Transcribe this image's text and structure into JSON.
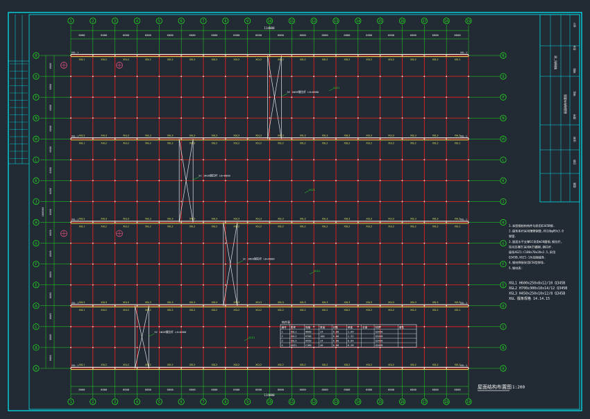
{
  "colors": {
    "background": "#222a33",
    "frame": "#00e5f0",
    "grid_red": "#e02020",
    "axis_green": "#22dd22",
    "beam_white": "#f0eee0",
    "beam_yellow": "#e6c84a",
    "brace_white": "#e8e8e8",
    "text_yellow": "#e8e85a",
    "text_white": "#f4f4f4",
    "mark_magenta": "#e0507a"
  },
  "axes": {
    "columns": [
      "1",
      "2",
      "3",
      "4",
      "5",
      "6",
      "7",
      "8",
      "9",
      "10",
      "11",
      "12",
      "13",
      "14",
      "15",
      "16",
      "17",
      "18",
      "19"
    ],
    "rows": [
      "R",
      "Q",
      "P",
      "N",
      "M",
      "L",
      "K",
      "J",
      "H",
      "G",
      "F",
      "E",
      "D",
      "C",
      "B",
      "A"
    ]
  },
  "dimensions": {
    "top_total": "114000",
    "bottom_total": "114000",
    "col_spacing_label": "6000",
    "col_spacing_bottom_label": "6000",
    "row_spacing_label": "6000",
    "left_total": "108000"
  },
  "beam_labels": {
    "top_row": [
      "XGL1",
      "XGL2",
      "XGL2",
      "XGL2",
      "XGL2",
      "XGL2",
      "XGL2",
      "XGL2",
      "XGL2",
      "XGL2",
      "XGL2",
      "XGL2",
      "XGL2",
      "XGL2",
      "XGL2",
      "XGL2",
      "XGL2",
      "XGL1"
    ],
    "mid_row": [
      "XGL3",
      "XGL3",
      "XGL3",
      "XGL3",
      "XGL3",
      "XGL3",
      "XGL3",
      "XGL3",
      "XGL3",
      "XGL3",
      "XGL3",
      "XGL3",
      "XGL3",
      "XGL3",
      "XGL3",
      "XGL3",
      "XGL3",
      "XGL3"
    ],
    "bottom_row": [
      "XGL1",
      "XGL2",
      "XGL2",
      "XGL2",
      "XGL2",
      "XGL2",
      "XGL2",
      "XGL2",
      "XGL2",
      "XGL2",
      "XGL2",
      "XGL2",
      "XGL2",
      "XGL2",
      "XGL2",
      "XGL2",
      "XGL2",
      "XGL1"
    ],
    "end_tag": "XGL-1"
  },
  "brace_notes": [
    "SC 1Φ20钢拉杆 L0=6000",
    "SC 1Φ20钢拉杆 L0=6000",
    "SC 1Φ20钢拉杆 L0=6000",
    "SC 1Φ20钢拉杆 L0=6000"
  ],
  "region_tags": [
    "XGZ1",
    "XGZ1",
    "XGZ1",
    "XGZ1"
  ],
  "notes": {
    "lines": [
      "1.本图钢结构构件均采用Q345B钢.",
      "2.檩条系杆采用薄壁钢管,XG1用φ89x3.0",
      "   钢管.",
      "3.屋面水平支撑SC采用Φ20圆钢,钢拉杆,",
      "   柱间支撑ZC采用Φ25圆钢,钢拉杆.",
      "   檩条XGZ1:C180x70x20x2.5,采用",
      "   Q345B,XGZ1-1为加强檩条.",
      "4.钢材焊接采用E50型焊条.",
      "5.钢材表:",
      "XGL1  H600x250x8x12/10 Q345B",
      "XGL2  H700x300x10x14/12 Q345B",
      "XGL3  H450x250x10x12/8 Q345B",
      "XGL 檩条规格 14.14.15"
    ]
  },
  "table": {
    "title": "构件表",
    "headers": [
      "编号",
      "名称",
      "规格",
      "数量",
      "长度",
      "单重",
      "总重",
      "材质",
      "备注"
    ],
    "rows": [
      [
        "1",
        "XGL1",
        "H600",
        "24",
        "6.00",
        "1.09",
        "",
        "Q345B",
        ""
      ],
      [
        "2",
        "XGL2",
        "H700",
        "160",
        "6.00",
        "1.32",
        "",
        "Q345B",
        ""
      ],
      [
        "3",
        "XGL3",
        "H450",
        "24",
        "6.00",
        "0.84",
        "",
        "Q345B",
        ""
      ],
      [
        "4",
        "XGZ1",
        "C180",
        "40",
        "6.00",
        "0.28",
        "",
        "Q345B",
        ""
      ]
    ]
  },
  "drawing_title": "屋面结构布置图",
  "scale": "1:200",
  "title_block": {
    "project": "钢结构厂房",
    "drawing": "屋面结构布置图",
    "cells": [
      "设计",
      "校对",
      "审核",
      "审定",
      "图号",
      "比例",
      "日期",
      "结施"
    ]
  }
}
